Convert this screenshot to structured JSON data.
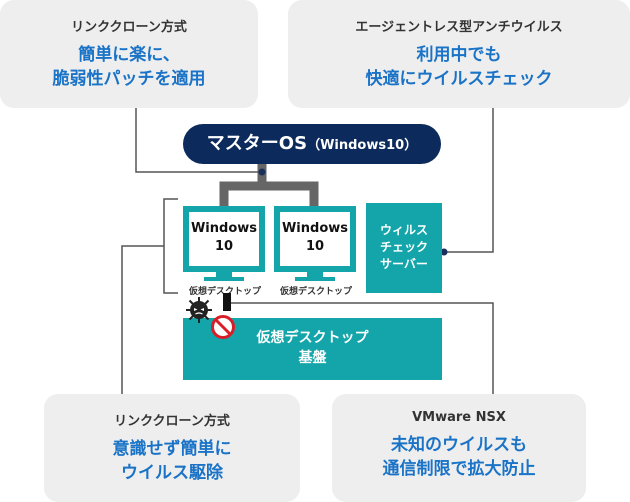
{
  "callouts": {
    "top_left": {
      "small": "リンククローン方式",
      "big_line1": "簡単に楽に、",
      "big_line2": "脆弱性パッチを適用"
    },
    "top_right": {
      "small": "エージェントレス型アンチウイルス",
      "big_line1": "利用中でも",
      "big_line2": "快適にウイルスチェック"
    },
    "bottom_left": {
      "small": "リンククローン方式",
      "big_line1": "意識せず簡単に",
      "big_line2": "ウイルス駆除"
    },
    "bottom_right": {
      "small": "VMware NSX",
      "big_line1": "未知のウイルスも",
      "big_line2": "通信制限で拡大防止"
    }
  },
  "master": {
    "main": "マスターOS",
    "sub": "（Windows10）"
  },
  "desktops": [
    {
      "line1": "Windows",
      "line2": "10",
      "caption": "仮想デスクトップ"
    },
    {
      "line1": "Windows",
      "line2": "10",
      "caption": "仮想デスクトップ"
    }
  ],
  "scanner": {
    "line1": "ウィルス",
    "line2": "チェック",
    "line3": "サーバー"
  },
  "platform": {
    "line1": "仮想デスクトップ",
    "line2": "基盤"
  },
  "icons": {
    "virus": "virus-icon",
    "block": "prohibited-icon"
  },
  "colors": {
    "navy": "#0d2a5c",
    "teal": "#13a5a9",
    "blue_text": "#1a73c7",
    "callout_bg": "#eeeeee",
    "connector": "#555555"
  }
}
